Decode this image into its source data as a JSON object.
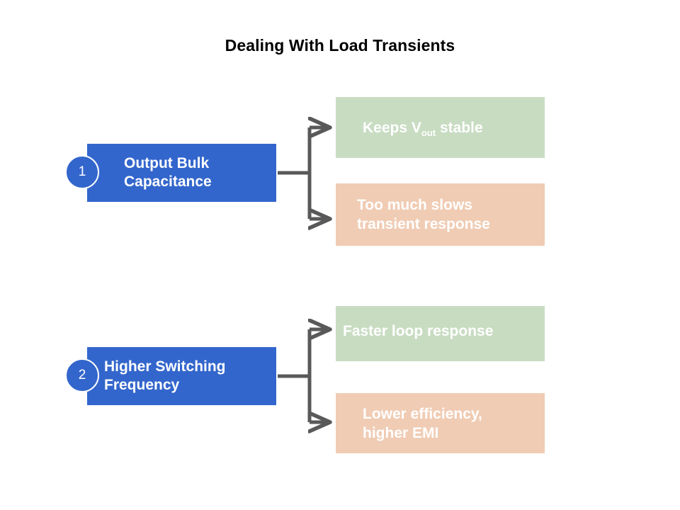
{
  "slide": {
    "title": "Dealing With Load Transients",
    "background_color": "#FFFFFF"
  },
  "colors": {
    "step_blue": "#3366CC",
    "outcome_positive_green": "#C8DCC2",
    "outcome_negative_peach": "#F0CCB4",
    "connector_gray": "#595959",
    "text_on_fill": "#FFFFFF",
    "title_text": "#000000"
  },
  "groups": [
    {
      "number": "1",
      "step_label": "Output Bulk\nCapacitance",
      "outcomes": [
        {
          "tone": "positive",
          "text_before": "Keeps V",
          "subscript": "out",
          "text_after": " stable",
          "full_text": "Keeps Vout stable"
        },
        {
          "tone": "negative",
          "text": "Too much slows\ntransient response"
        }
      ]
    },
    {
      "number": "2",
      "step_label": "Higher Switching\nFrequency",
      "outcomes": [
        {
          "tone": "positive",
          "text": "Faster loop response"
        },
        {
          "tone": "negative",
          "text": "Lower efficiency,\nhigher EMI"
        }
      ]
    }
  ]
}
